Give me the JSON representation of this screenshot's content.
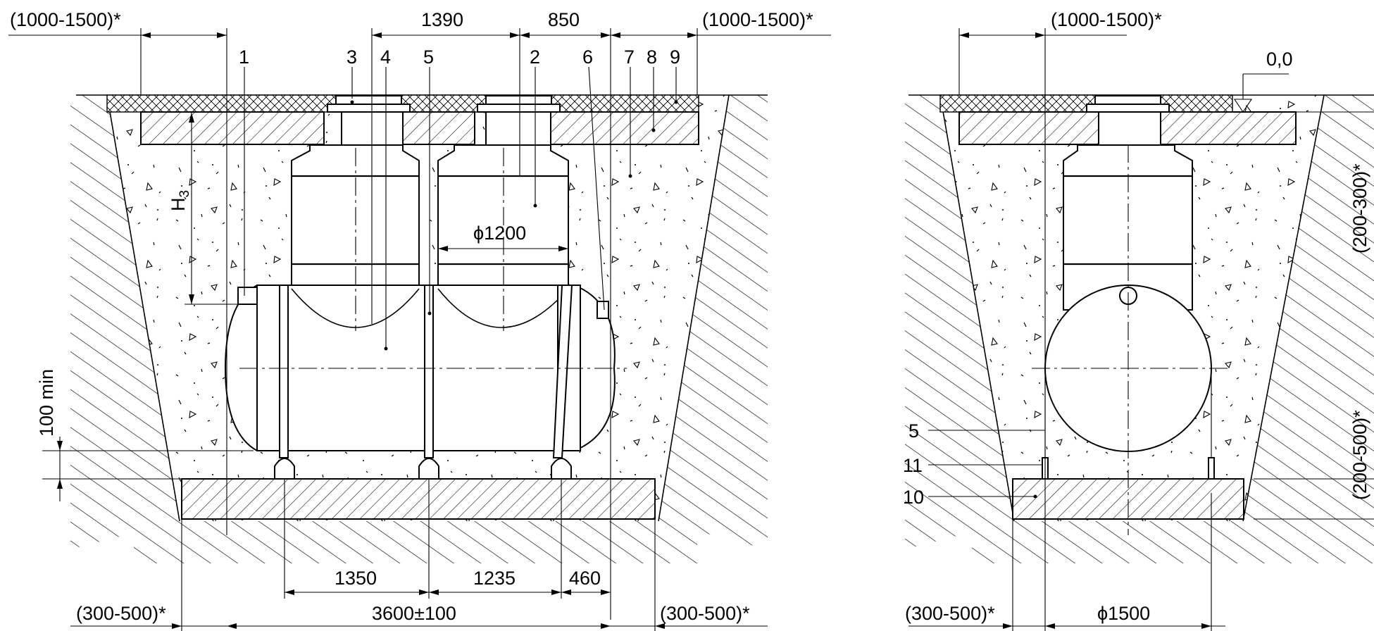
{
  "left_view": {
    "dims_top": {
      "left_excavation": "(1000-1500)*",
      "d1390": "1390",
      "d850": "850",
      "right_excavation": "(1000-1500)*"
    },
    "callouts": [
      "1",
      "3",
      "4",
      "5",
      "2",
      "6",
      "7",
      "8",
      "9"
    ],
    "h3_label": "H",
    "h3_subscript": "3",
    "diameter": "ϕ1200",
    "min_label": "100 min",
    "dims_bottom": {
      "d1350": "1350",
      "d1235": "1235",
      "d460": "460",
      "left_base": "(300-500)*",
      "total_length": "3600±100",
      "right_base": "(300-500)*"
    }
  },
  "right_view": {
    "dim_top": "(1000-1500)*",
    "level": "0,0",
    "side_upper": "(200-300)*",
    "side_lower": "(200-500)*",
    "callouts": [
      "5",
      "11",
      "10"
    ],
    "base_dim": "(300-500)*",
    "diameter": "ϕ1500"
  }
}
